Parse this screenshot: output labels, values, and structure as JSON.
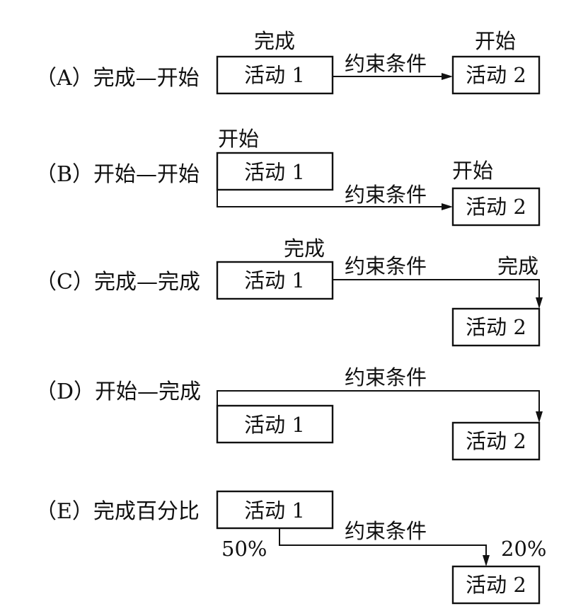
{
  "diagram": {
    "constraint_label": "约束条件",
    "activity1_label": "活动 1",
    "activity2_label": "活动 2",
    "rows": [
      {
        "id": "A",
        "title": "（A）完成—开始",
        "activity1_tag": "完成",
        "activity2_tag": "开始"
      },
      {
        "id": "B",
        "title": "（B）开始—开始",
        "activity1_tag": "开始",
        "activity2_tag": "开始"
      },
      {
        "id": "C",
        "title": "（C）完成—完成",
        "activity1_tag": "完成",
        "activity2_tag": "完成"
      },
      {
        "id": "D",
        "title": "（D）开始—完成",
        "activity1_tag": "",
        "activity2_tag": ""
      },
      {
        "id": "E",
        "title": "（E）完成百分比",
        "activity1_tag": "50%",
        "activity2_tag": "20%"
      }
    ]
  }
}
